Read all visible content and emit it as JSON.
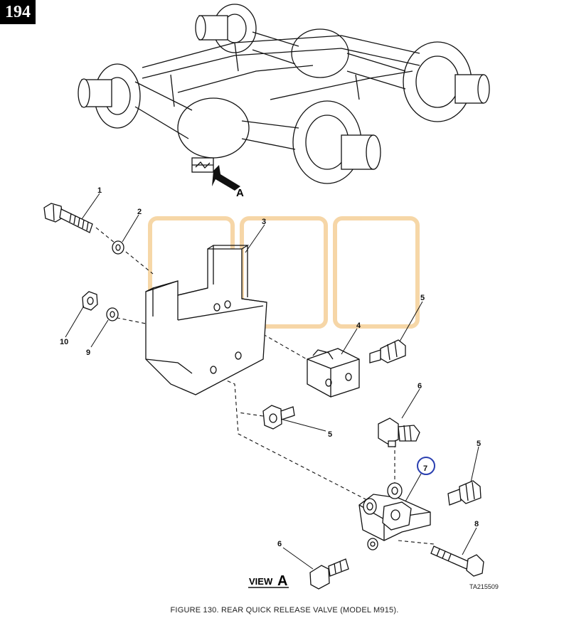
{
  "page_number": "194",
  "caption": "FIGURE 130. REAR QUICK RELEASE VALVE (MODEL M915).",
  "drawing_code": "TA215509",
  "view_label": "VIEW",
  "view_letter": "A",
  "arrow_letter": "A",
  "callouts": {
    "c1": "1",
    "c2": "2",
    "c3": "3",
    "c4": "4",
    "c5a": "5",
    "c5b": "5",
    "c5c": "5",
    "c6a": "6",
    "c6b": "6",
    "c7": "7",
    "c8": "8",
    "c9": "9",
    "c10": "10"
  },
  "colors": {
    "watermark": "#f3c98a",
    "highlight_circle": "#2a3fb0",
    "line": "#111111"
  }
}
